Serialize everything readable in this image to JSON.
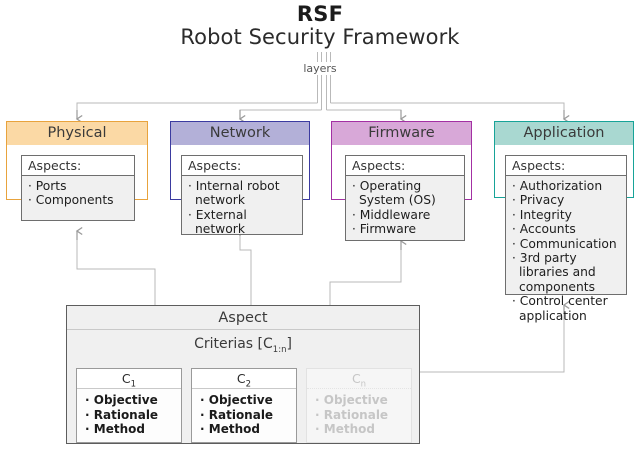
{
  "header": {
    "acronym": "RSF",
    "title": "Robot Security Framework",
    "relation_label": "layers"
  },
  "layers": [
    {
      "id": "physical",
      "name": "Physical",
      "header_color": "#FBD9A5",
      "border_color": "#E8A33D",
      "aspects_label": "Aspects:",
      "aspects": [
        "Ports",
        "Components"
      ]
    },
    {
      "id": "network",
      "name": "Network",
      "header_color": "#B3B0D8",
      "border_color": "#3B3BA0",
      "aspects_label": "Aspects:",
      "aspects": [
        "Internal robot network",
        "External network"
      ]
    },
    {
      "id": "firmware",
      "name": "Firmware",
      "header_color": "#D8A8D8",
      "border_color": "#A330A3",
      "aspects_label": "Aspects:",
      "aspects": [
        "Operating System (OS)",
        "Middleware",
        "Firmware"
      ]
    },
    {
      "id": "application",
      "name": "Application",
      "header_color": "#A9D8D1",
      "border_color": "#17A398",
      "aspects_label": "Aspects:",
      "aspects": [
        "Authorization",
        "Privacy",
        "Integrity",
        "Accounts",
        "Communication",
        "3rd party libraries and components",
        "Control center application"
      ]
    }
  ],
  "aspect_panel": {
    "title": "Aspect",
    "criterias_title": "Criterias [C",
    "criterias_subscript": "1:n",
    "criterias_title_close": "]",
    "criteria_columns": [
      {
        "label": "C",
        "subscript": "1",
        "faded": false,
        "items": [
          "Objective",
          "Rationale",
          "Method"
        ]
      },
      {
        "label": "C",
        "subscript": "2",
        "faded": false,
        "items": [
          "Objective",
          "Rationale",
          "Method"
        ]
      },
      {
        "label": "C",
        "subscript": "n",
        "faded": true,
        "items": [
          "Objective",
          "Rationale",
          "Method"
        ]
      }
    ]
  },
  "bullet": "·"
}
